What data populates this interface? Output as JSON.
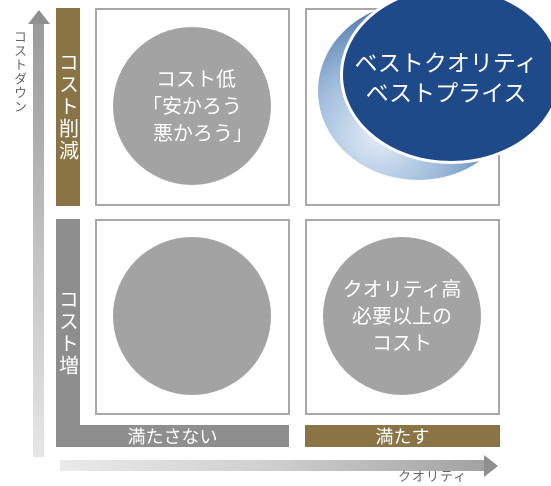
{
  "axes": {
    "y_label": "コストダウン",
    "x_label": "クオリティ"
  },
  "bars": {
    "cost_cut": "コスト削減",
    "cost_up": "コスト増",
    "not_met": "満たさない",
    "met": "満たす"
  },
  "quadrants": {
    "top_left": {
      "line1": "コスト低",
      "line2": "「安かろう",
      "line3": "悪かろう」"
    },
    "top_right": {
      "line1": "ベストクオリティ",
      "line2": "ベストプライス"
    },
    "bottom_right": {
      "line1": "クオリティ高",
      "line2": "必要以上の",
      "line3": "コスト"
    }
  },
  "colors": {
    "gold": "#8a7344",
    "gray": "#8e8e8e",
    "circle": "#a3a3a3",
    "badge_blue": "#1f4a8a"
  }
}
